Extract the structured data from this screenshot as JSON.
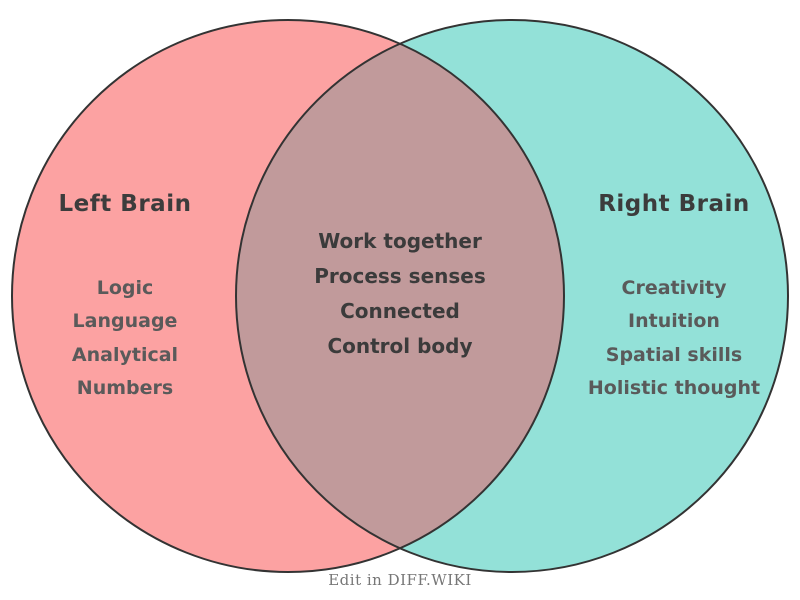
{
  "venn": {
    "left": {
      "title": "Left Brain",
      "items": [
        "Logic",
        "Language",
        "Analytical",
        "Numbers"
      ],
      "fill": "#FCA2A2"
    },
    "right": {
      "title": "Right Brain",
      "items": [
        "Creativity",
        "Intuition",
        "Spatial skills",
        "Holistic thought"
      ],
      "fill": "#93E1D8"
    },
    "overlap": {
      "items": [
        "Work together",
        "Process senses",
        "Connected",
        "Control body"
      ],
      "fill": "#C19A9B"
    },
    "outline_color": "#333333",
    "title_color": "#3C3C3C",
    "item_color": "#5A5A5A",
    "overlap_text_color": "#3B3B3B"
  },
  "footer": {
    "label": "Edit in DIFF.WIKI",
    "color": "#777777"
  }
}
